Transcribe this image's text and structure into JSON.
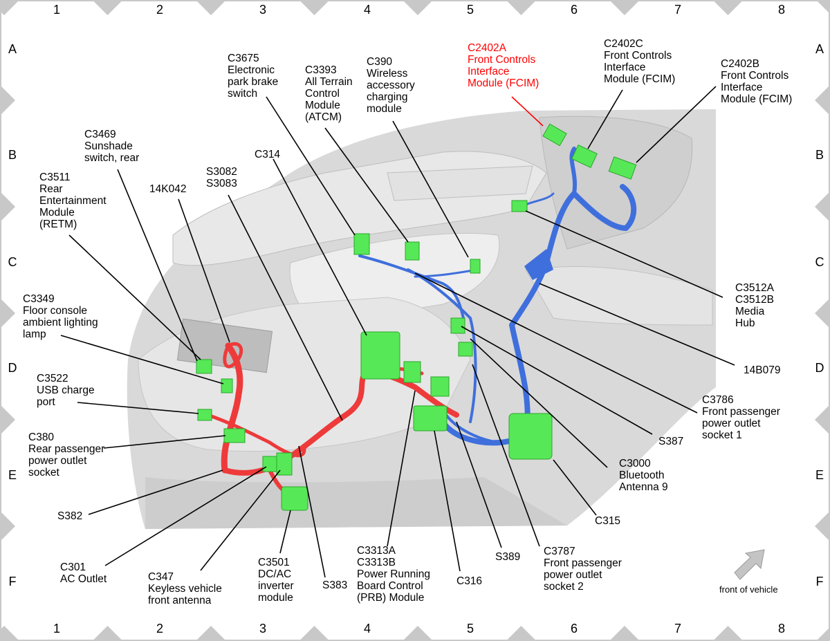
{
  "grid": {
    "columns": [
      "1",
      "2",
      "3",
      "4",
      "5",
      "6",
      "7",
      "8"
    ],
    "rows": [
      "A",
      "B",
      "C",
      "D",
      "E",
      "F"
    ]
  },
  "labels": {
    "c2402a": "C2402A\nFront Controls\nInterface\nModule (FCIM)",
    "c2402c": "C2402C\nFront Controls\nInterface\nModule (FCIM)",
    "c2402b": "C2402B\nFront Controls\nInterface\nModule (FCIM)",
    "c3675": "C3675\nElectronic\npark brake\nswitch",
    "c3393": "C3393\nAll Terrain\nControl\nModule\n(ATCM)",
    "c390": "C390\nWireless\naccessory\ncharging\nmodule",
    "c3469": "C3469\nSunshade\nswitch, rear",
    "c3511": "C3511\nRear\nEntertainment\nModule\n(RETM)",
    "k14042": "14K042",
    "s3082": "S3082\nS3083",
    "c314": "C314",
    "c3349": "C3349\nFloor console\nambient lighting\nlamp",
    "c3522": "C3522\nUSB charge\nport",
    "c380": "C380\nRear passenger\npower outlet\nsocket",
    "s382": "S382",
    "c301": "C301\nAC Outlet",
    "c347": "C347\nKeyless vehicle\nfront antenna",
    "c3501": "C3501\nDC/AC\ninverter\nmodule",
    "s383": "S383",
    "c3313": "C3313A\nC3313B\nPower Running\nBoard Control\n(PRB) Module",
    "c316": "C316",
    "s389": "S389",
    "c3787": "C3787\nFront passenger\npower outlet\nsocket 2",
    "c315": "C315",
    "c3000": "C3000\nBluetooth\nAntenna 9",
    "s387": "S387",
    "c3786": "C3786\nFront passenger\npower outlet\nsocket 1",
    "b14079": "14B079",
    "c3512": "C3512A\nC3512B\nMedia\nHub",
    "front": "front of vehicle"
  },
  "colors": {
    "harness_rear": "#ee3a3a",
    "harness_front": "#3f6fdc",
    "connector": "#57e857",
    "highlight_label": "#ff0000",
    "frame": "#c8c8c8"
  }
}
